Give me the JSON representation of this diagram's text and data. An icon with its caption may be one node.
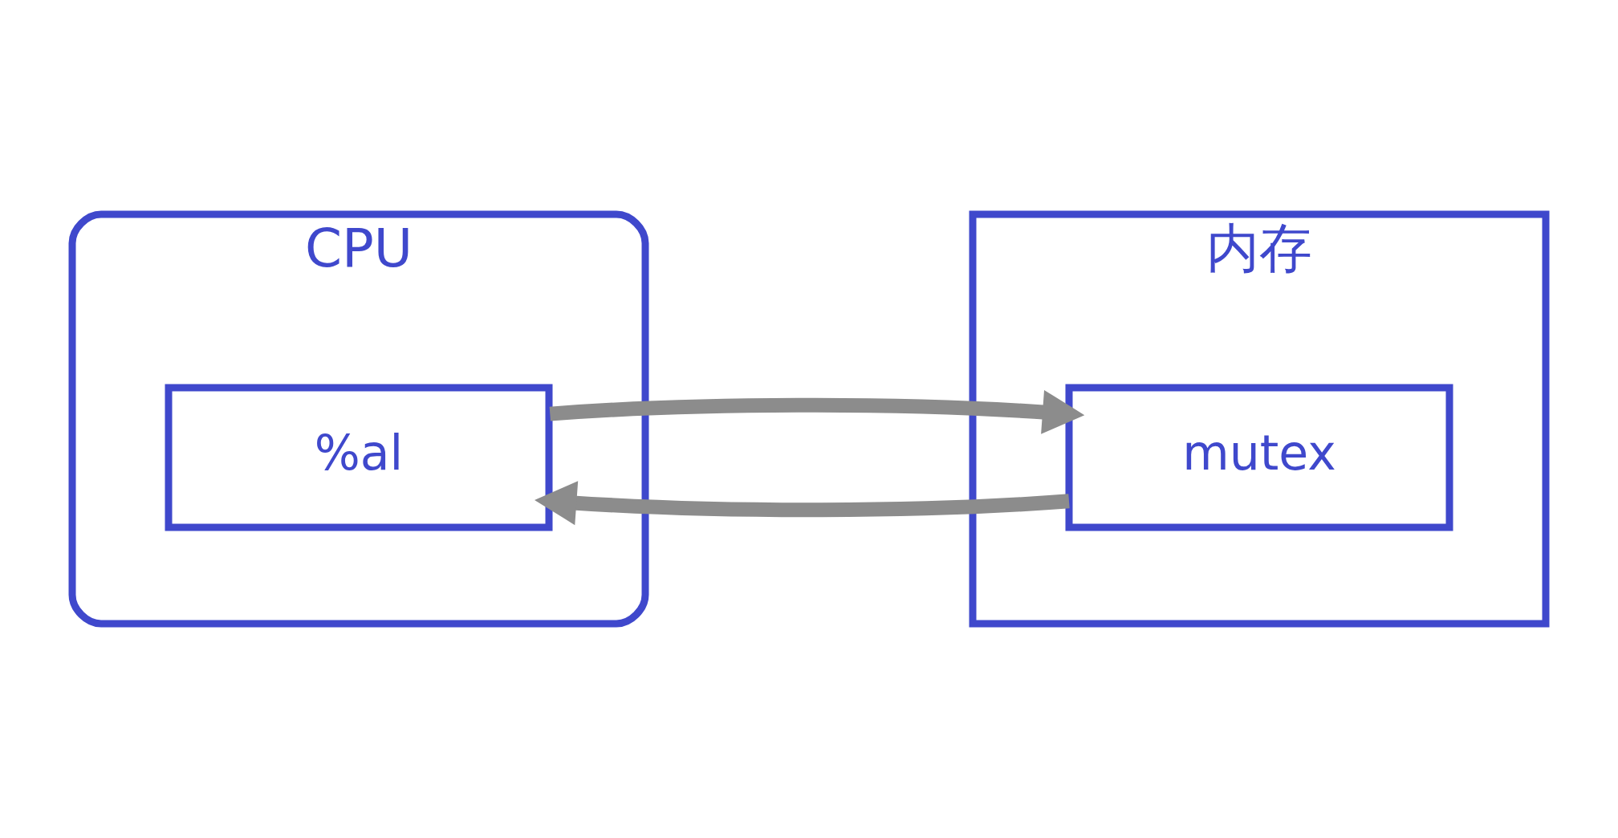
{
  "diagram": {
    "nodes": [
      {
        "text": [
          "CPU"
        ]
      },
      {
        "text": [
          "%al"
        ],
        "in": 0
      },
      {
        "text": [
          "内存"
        ]
      },
      {
        "text": [
          "mutex"
        ],
        "in": 2
      }
    ],
    "edges": [
      {
        "from": 3,
        "to": 1,
        "arrow": "to"
      },
      {
        "from": 1,
        "to": 3,
        "arrow": "to"
      }
    ]
  }
}
